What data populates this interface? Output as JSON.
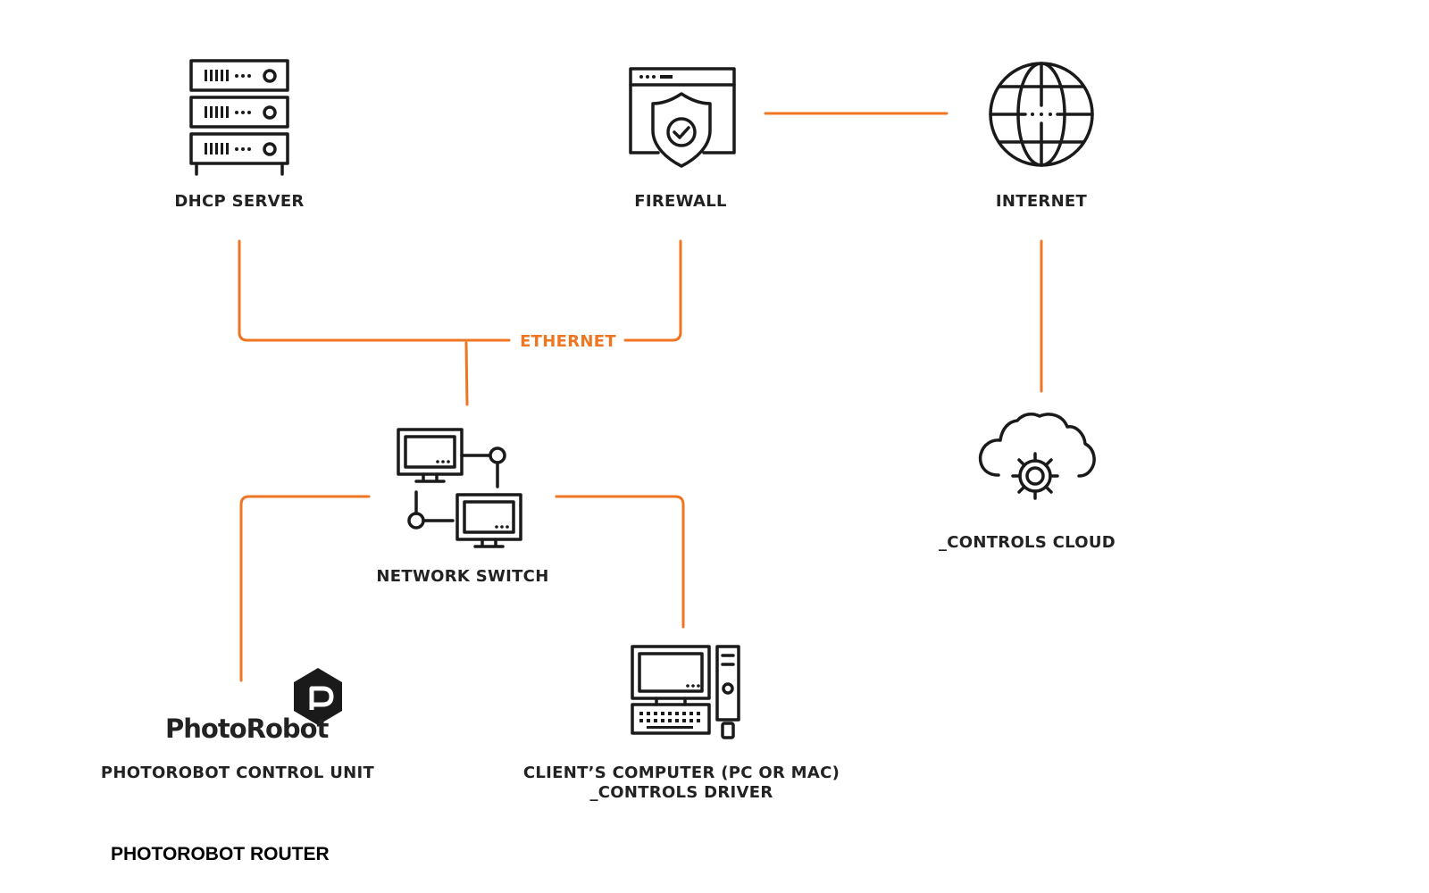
{
  "colors": {
    "connector": "#f07522",
    "icon": "#1a1a1a",
    "text": "#222222"
  },
  "nodes": {
    "dhcp": {
      "label": "DHCP SERVER",
      "icon": "server-rack-icon"
    },
    "firewall": {
      "label": "FIREWALL",
      "icon": "firewall-shield-icon"
    },
    "internet": {
      "label": "INTERNET",
      "icon": "globe-icon"
    },
    "switch": {
      "label": "NETWORK SWITCH",
      "icon": "network-switch-icon"
    },
    "cloud": {
      "label": "_CONTROLS CLOUD",
      "icon": "cloud-gear-icon"
    },
    "photorobot": {
      "label": "PHOTOROBOT CONTROL UNIT",
      "logo_text": "PhotoRobot",
      "icon": "photorobot-logo-icon"
    },
    "computer": {
      "label_line1": "CLIENT’S COMPUTER (PC OR MAC)",
      "label_line2": "_CONTROLS DRIVER",
      "icon": "desktop-computer-icon"
    }
  },
  "connection_label": "ETHERNET",
  "footer_title": "PHOTOROBOT ROUTER"
}
